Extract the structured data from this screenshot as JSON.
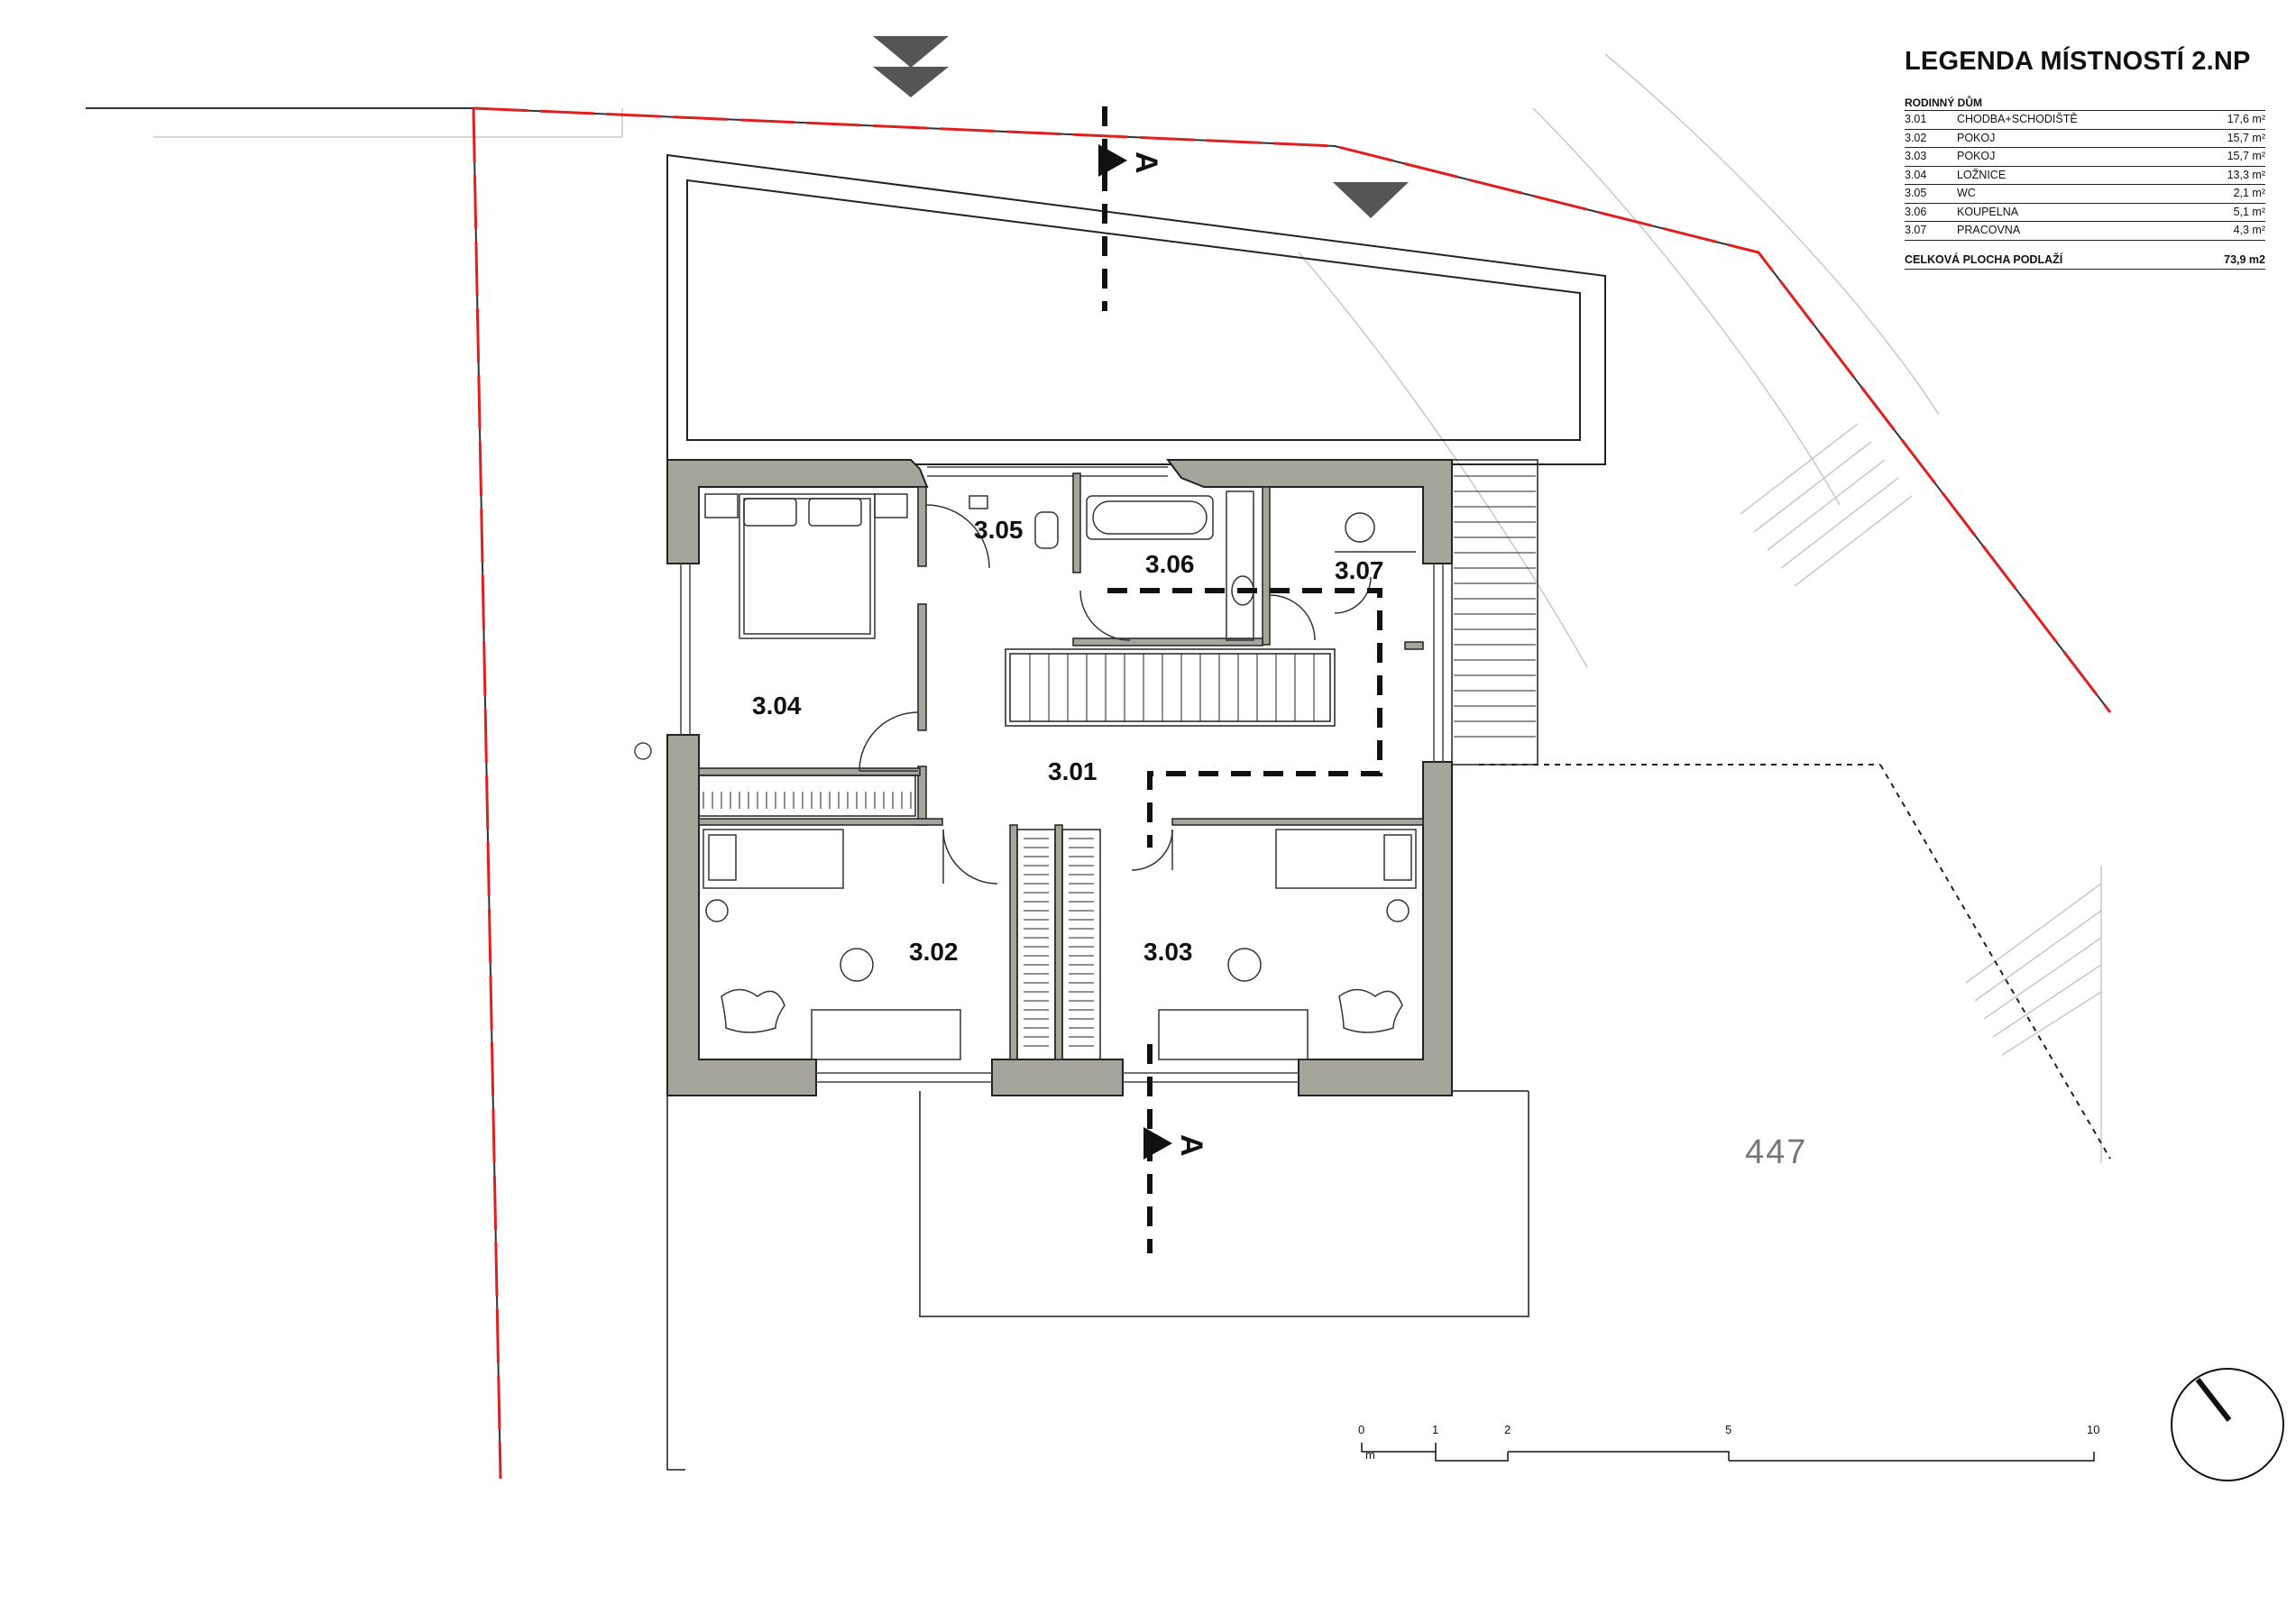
{
  "legend": {
    "title": "LEGENDA MÍSTNOSTÍ 2.NP",
    "section": "RODINNÝ DŮM",
    "rooms": [
      {
        "code": "3.01",
        "name": "CHODBA+SCHODIŠTĚ",
        "area": "17,6 m²"
      },
      {
        "code": "3.02",
        "name": "POKOJ",
        "area": "15,7 m²"
      },
      {
        "code": "3.03",
        "name": "POKOJ",
        "area": "15,7 m²"
      },
      {
        "code": "3.04",
        "name": "LOŽNICE",
        "area": "13,3 m²"
      },
      {
        "code": "3.05",
        "name": "WC",
        "area": "2,1 m²"
      },
      {
        "code": "3.06",
        "name": "KOUPELNA",
        "area": "5,1 m²"
      },
      {
        "code": "3.07",
        "name": "PRACOVNA",
        "area": "4,3 m²"
      }
    ],
    "total_label": "CELKOVÁ PLOCHA PODLAŽÍ",
    "total_value": "73,9 m2"
  },
  "plan": {
    "room_labels": {
      "r301": "3.01",
      "r302": "3.02",
      "r303": "3.03",
      "r304": "3.04",
      "r305": "3.05",
      "r306": "3.06",
      "r307": "3.07"
    },
    "section_letter": "A",
    "plot_number": "447",
    "scale": {
      "t0": "0",
      "t1": "1",
      "t2": "2",
      "t5": "5",
      "t10": "10",
      "unit": "m"
    }
  },
  "colors": {
    "wall_fill": "#a6a59c",
    "plot_boundary": "#e02020",
    "line": "#222222",
    "section_line": "#111111"
  }
}
